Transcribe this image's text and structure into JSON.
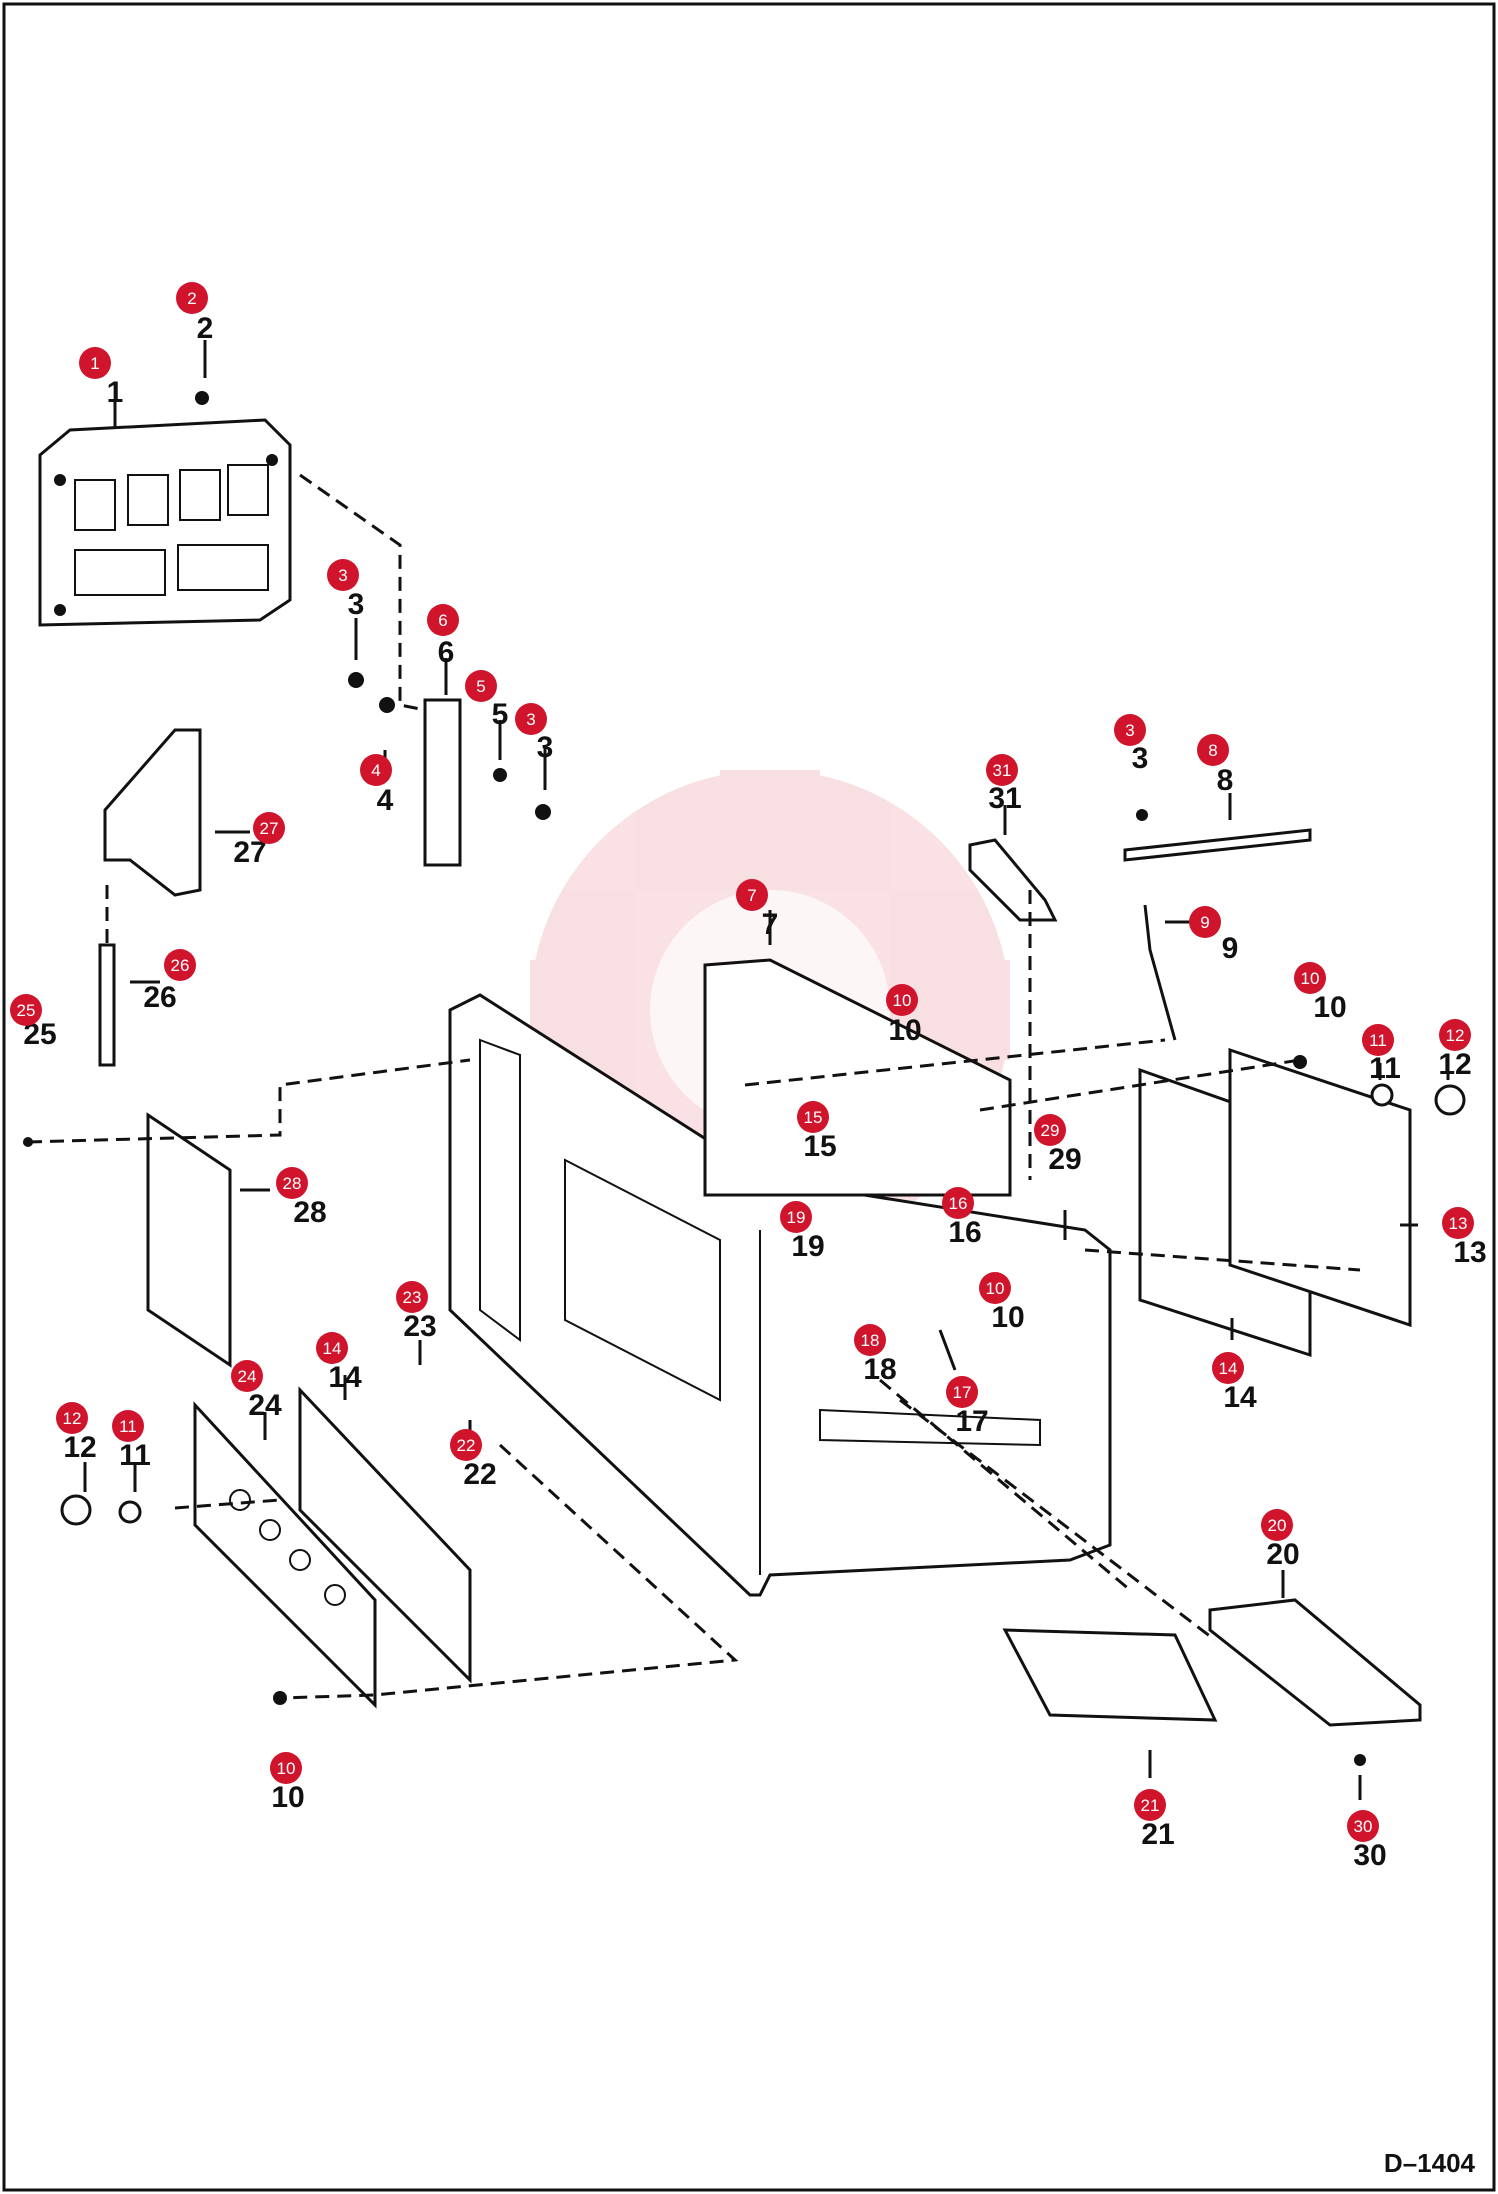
{
  "drawing_code": "D–1404",
  "callouts": [
    {
      "num": "1",
      "label": "1"
    },
    {
      "num": "2",
      "label": "2"
    },
    {
      "num": "3",
      "label": "3"
    },
    {
      "num": "4",
      "label": "4"
    },
    {
      "num": "6",
      "label": "6"
    },
    {
      "num": "5",
      "label": "5"
    },
    {
      "num": "3",
      "label": "3"
    },
    {
      "num": "27",
      "label": "27"
    },
    {
      "num": "26",
      "label": "26"
    },
    {
      "num": "25",
      "label": "25"
    },
    {
      "num": "31",
      "label": "31"
    },
    {
      "num": "3",
      "label": "3"
    },
    {
      "num": "8",
      "label": "8"
    },
    {
      "num": "9",
      "label": "9"
    },
    {
      "num": "7",
      "label": "7"
    },
    {
      "num": "10",
      "label": "10"
    },
    {
      "num": "10",
      "label": "10"
    },
    {
      "num": "11",
      "label": "11"
    },
    {
      "num": "12",
      "label": "12"
    },
    {
      "num": "15",
      "label": "15"
    },
    {
      "num": "29",
      "label": "29"
    },
    {
      "num": "19",
      "label": "19"
    },
    {
      "num": "16",
      "label": "16"
    },
    {
      "num": "10",
      "label": "10"
    },
    {
      "num": "13",
      "label": "13"
    },
    {
      "num": "28",
      "label": "28"
    },
    {
      "num": "18",
      "label": "18"
    },
    {
      "num": "17",
      "label": "17"
    },
    {
      "num": "14",
      "label": "14"
    },
    {
      "num": "23",
      "label": "23"
    },
    {
      "num": "14",
      "label": "14"
    },
    {
      "num": "24",
      "label": "24"
    },
    {
      "num": "22",
      "label": "22"
    },
    {
      "num": "12",
      "label": "12"
    },
    {
      "num": "11",
      "label": "11"
    },
    {
      "num": "20",
      "label": "20"
    },
    {
      "num": "21",
      "label": "21"
    },
    {
      "num": "10",
      "label": "10"
    },
    {
      "num": "30",
      "label": "30"
    }
  ]
}
